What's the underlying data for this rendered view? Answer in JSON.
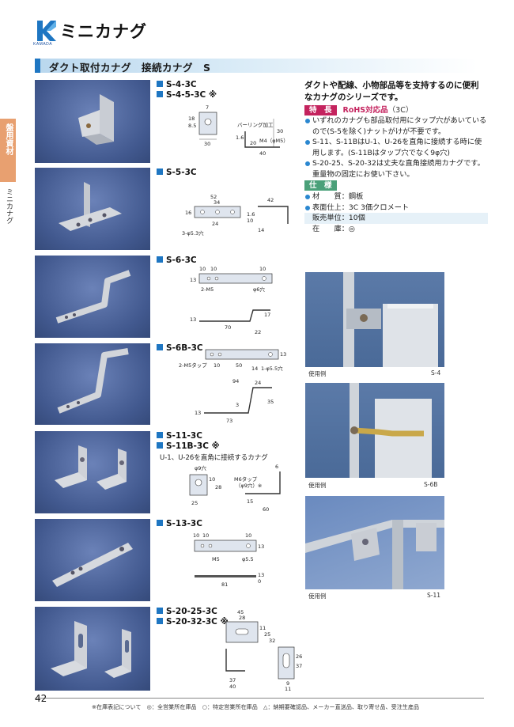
{
  "header": {
    "brand": "KAMADA",
    "title": "ミニカナグ"
  },
  "section": {
    "title": "ダクト取付カナグ　接続カナグ　S"
  },
  "side": {
    "tab": "盤用資材",
    "label": "ミニカナグ"
  },
  "products": [
    {
      "codes": [
        "S-4-3C",
        "S-4-5-3C ※"
      ]
    },
    {
      "codes": [
        "S-5-3C"
      ]
    },
    {
      "codes": [
        "S-6-3C"
      ]
    },
    {
      "codes": [
        "S-6B-3C"
      ]
    },
    {
      "codes": [
        "S-11-3C",
        "S-11B-3C ※"
      ],
      "note": "U-1、U-26を直角に接続するカナグ"
    },
    {
      "codes": [
        "S-13-3C"
      ]
    },
    {
      "codes": [
        "S-20-25-3C",
        "S-20-32-3C ※"
      ]
    }
  ],
  "dims": {
    "s4": {
      "top": "7",
      "left": "18",
      "left2": "8.5",
      "bottom": "30",
      "burring": "バーリング加工",
      "b1": "20",
      "b2": "40",
      "h": "30",
      "t": "1.6",
      "m": "M4（φM5）"
    },
    "s5": {
      "w1": "52",
      "w2": "34",
      "h": "16",
      "w3": "24",
      "hole": "3-φ5.3穴",
      "r": "42",
      "v": "1.6",
      "v2": "10",
      "s": "14"
    },
    "s6": {
      "a": "10",
      "b": "10",
      "c": "10",
      "h": "13",
      "m": "2-M5",
      "hole": "φ6穴",
      "len": "70",
      "e": "22",
      "t": "13",
      "v": "17"
    },
    "s6b": {
      "tap": "2-M5タップ",
      "a": "10",
      "b": "50",
      "c": "14",
      "hole": "1-φ5.5穴",
      "h": "13",
      "len": "94",
      "e": "24",
      "t": "3",
      "base": "73",
      "v": "35",
      "t2": "13"
    },
    "s11": {
      "hole": "φ9穴",
      "h1": "10",
      "h2": "28",
      "w": "25",
      "tap": "M6タップ",
      "tap2": "（φ9穴）※",
      "r": "6",
      "v": "15",
      "base": "60"
    },
    "s13": {
      "a": "10",
      "b": "10",
      "c": "10",
      "h": "13",
      "m": "M5",
      "hole": "φ5.5",
      "len": "81",
      "t": "13",
      "t2": "0"
    },
    "s20": {
      "w1": "45",
      "w2": "28",
      "h1": "11",
      "h2": "25",
      "h3": "32",
      "r1": "26",
      "r2": "37",
      "side": "37",
      "side2": "40",
      "b1": "9",
      "b2": "11"
    }
  },
  "intro": "ダクトや配線、小物部品等を支持するのに便利なカナグのシリーズです。",
  "features": {
    "tag": "特　長",
    "rohs": "RoHS対応品",
    "rohs_tail": "（3C）",
    "bullets": [
      "いずれのカナグも部品取付用にタップ穴があいているので(S-5を除く)ナットがけが不要です。",
      "S-11、S-11BはU-1、U-26を直角に接続する時に使用します。(S-11Bはタップ穴でなく9φ穴)",
      "S-20-25、S-20-32は丈夫な直角接続用カナグです。重量物の固定にお使い下さい。"
    ]
  },
  "spec": {
    "tag": "仕　様",
    "material": "材　　質：鋼板",
    "finish": "表面仕上：3C 3価クロメート",
    "unit": "販売単位：10個",
    "stock": "在　　庫：◎"
  },
  "usage": [
    {
      "label": "使用例",
      "model": "S-4"
    },
    {
      "label": "使用例",
      "model": "S-6B"
    },
    {
      "label": "使用例",
      "model": "S-11"
    }
  ],
  "footer": {
    "page": "42",
    "note": "※在庫表記について　◎：全営業所在庫品　○：特定営業所在庫品　△：納期要確認品、メーカー直送品、取り寄せ品、受注生産品"
  },
  "colors": {
    "accent": "#1e76c2",
    "feature": "#c4235e",
    "spec": "#4aa079",
    "side": "#e8a070"
  }
}
